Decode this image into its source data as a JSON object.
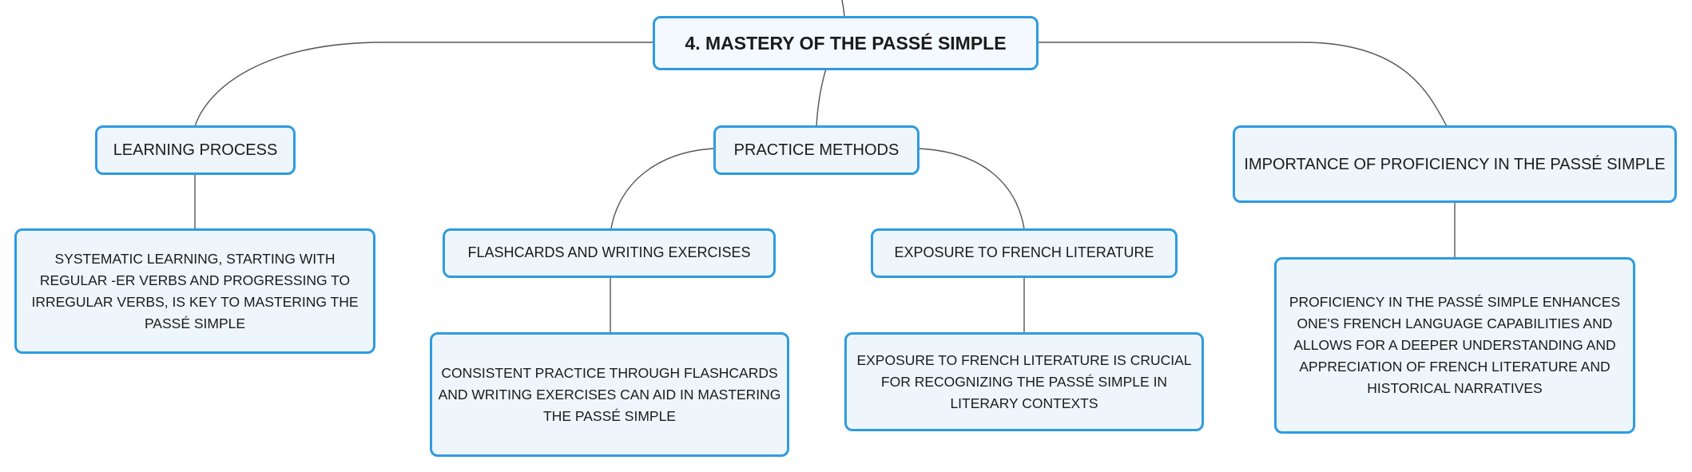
{
  "map": {
    "root": "4. MASTERY OF THE PASSÉ SIMPLE",
    "branches": [
      {
        "title": "LEARNING PROCESS",
        "detail": "SYSTEMATIC LEARNING, STARTING WITH REGULAR -ER VERBS AND PROGRESSING TO IRREGULAR VERBS, IS KEY TO MASTERING THE PASSÉ SIMPLE"
      },
      {
        "title": "PRACTICE METHODS",
        "children": [
          {
            "title": "FLASHCARDS AND WRITING EXERCISES",
            "detail": "CONSISTENT PRACTICE THROUGH FLASHCARDS AND WRITING EXERCISES CAN AID IN MASTERING THE PASSÉ SIMPLE"
          },
          {
            "title": "EXPOSURE TO FRENCH LITERATURE",
            "detail": "EXPOSURE TO FRENCH LITERATURE IS CRUCIAL FOR RECOGNIZING THE PASSÉ SIMPLE IN LITERARY CONTEXTS"
          }
        ]
      },
      {
        "title": "IMPORTANCE OF PROFICIENCY IN THE PASSÉ SIMPLE",
        "detail": "PROFICIENCY IN THE PASSÉ SIMPLE ENHANCES ONE'S FRENCH LANGUAGE CAPABILITIES AND ALLOWS FOR A DEEPER UNDERSTANDING AND APPRECIATION OF FRENCH LITERATURE AND HISTORICAL NARRATIVES"
      }
    ]
  }
}
